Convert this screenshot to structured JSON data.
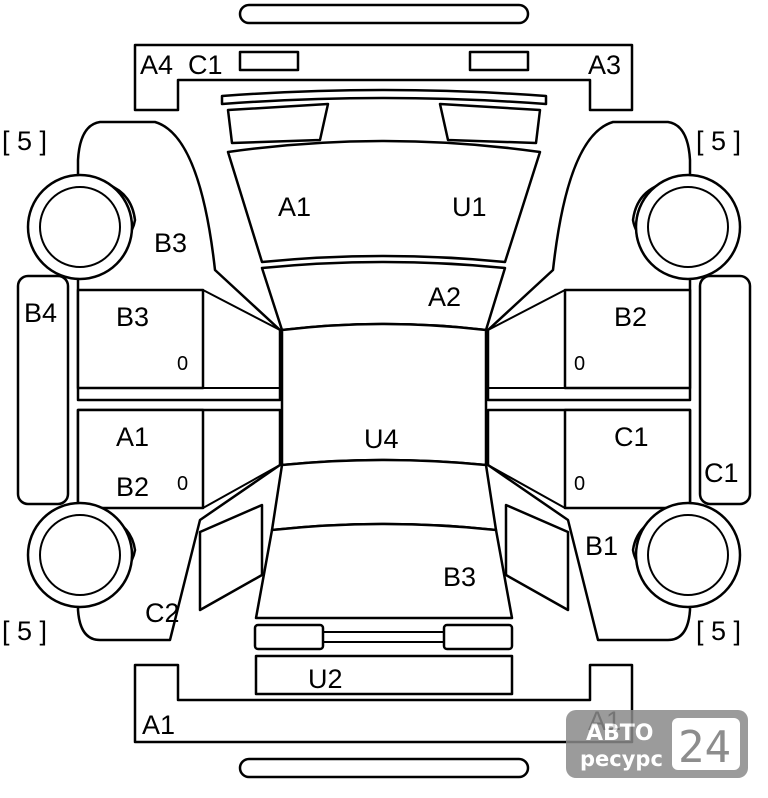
{
  "labels": {
    "hood_a1": "A1",
    "hood_u1": "U1",
    "windshield_a2": "A2",
    "fender_fl_b3": "B3",
    "front_door_left_b3": "B3",
    "rear_door_left_a1": "A1",
    "rear_door_left_b2": "B2",
    "sill_left_b4": "B4",
    "quarter_left_c2": "C2",
    "front_door_right_b2": "B2",
    "rear_door_right_c1": "C1",
    "sill_right_c1": "C1",
    "quarter_right_b1": "B1",
    "roof_u4": "U4",
    "trunk_b3": "B3",
    "rear_bumper_u2": "U2",
    "rear_bumper_a1": "A1",
    "rear_bumper_right_a1": "A1",
    "front_bumper_a4": "A4",
    "front_bumper_c1": "C1",
    "front_bumper_a3": "A3",
    "wheel_fl": "[ 5 ]",
    "wheel_fr": "[ 5 ]",
    "wheel_rl": "[ 5 ]",
    "wheel_rr": "[ 5 ]",
    "handle_marks": [
      "0",
      "0",
      "0",
      "0"
    ]
  },
  "watermark": {
    "line1": "АВТО",
    "line2": "ресурс",
    "number": "24",
    "colors": {
      "badge": "#8a8a8a",
      "number_bg": "#ffffff",
      "number_fg": "#7a7a7a"
    }
  },
  "colors": {
    "stroke": "#000000",
    "background": "#ffffff"
  }
}
